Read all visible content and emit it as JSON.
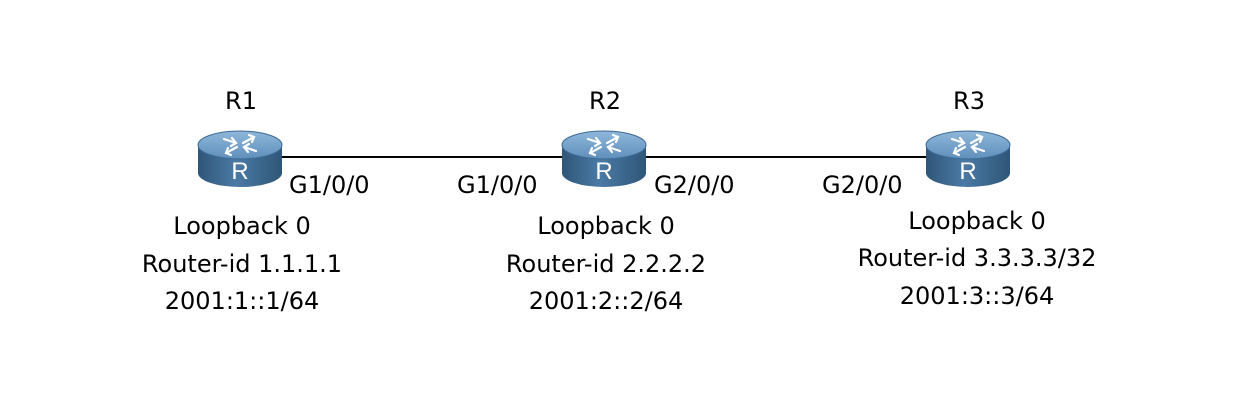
{
  "routers": [
    {
      "name": "R1",
      "info": [
        "Loopback 0",
        "Router-id 1.1.1.1",
        "2001:1::1/64"
      ]
    },
    {
      "name": "R2",
      "info": [
        "Loopback 0",
        "Router-id 2.2.2.2",
        "2001:2::2/64"
      ]
    },
    {
      "name": "R3",
      "info": [
        "Loopback 0",
        "Router-id 3.3.3.3/32",
        "2001:3::3/64"
      ]
    }
  ],
  "links": [
    {
      "from": "R1",
      "to": "R2",
      "from_port": "G1/0/0",
      "to_port": "G1/0/0"
    },
    {
      "from": "R2",
      "to": "R3",
      "from_port": "G2/0/0",
      "to_port": "G2/0/0"
    }
  ],
  "colors": {
    "router_body": "#3f6d96",
    "router_top": "#6e9cc6",
    "router_side_dark": "#2c5375",
    "line": "#000000"
  }
}
